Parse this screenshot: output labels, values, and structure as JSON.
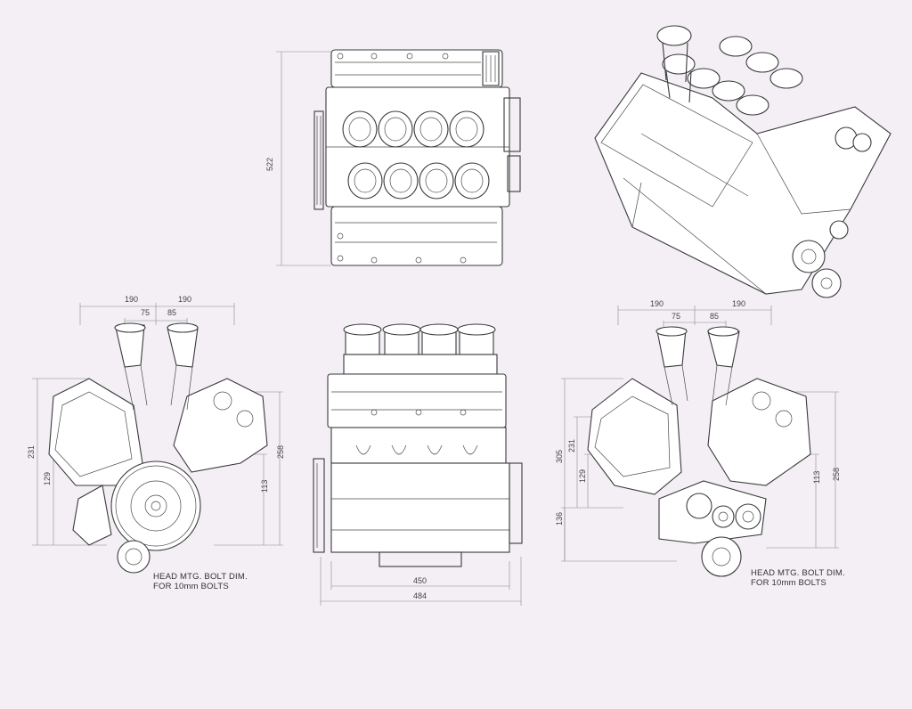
{
  "dimensions": {
    "top_view": {
      "height": "522"
    },
    "front_view": {
      "width_left": "190",
      "width_right": "190",
      "inner_left": "75",
      "inner_right": "85",
      "height_left": "231",
      "sub_left": "129",
      "height_right": "258",
      "sub_right": "113"
    },
    "side_view": {
      "width_inner": "450",
      "width_outer": "484"
    },
    "rear_view": {
      "width_left": "190",
      "width_right": "190",
      "inner_left": "75",
      "inner_right": "85",
      "height_total": "305",
      "height_left": "231",
      "sub_left": "129",
      "bottom_left": "136",
      "height_right": "258",
      "sub_right": "113"
    }
  },
  "notes": {
    "front_line1": "HEAD MTG. BOLT DIM.",
    "front_line2": "FOR 10mm BOLTS",
    "rear_line1": "HEAD MTG. BOLT DIM.",
    "rear_line2": "FOR 10mm BOLTS"
  }
}
